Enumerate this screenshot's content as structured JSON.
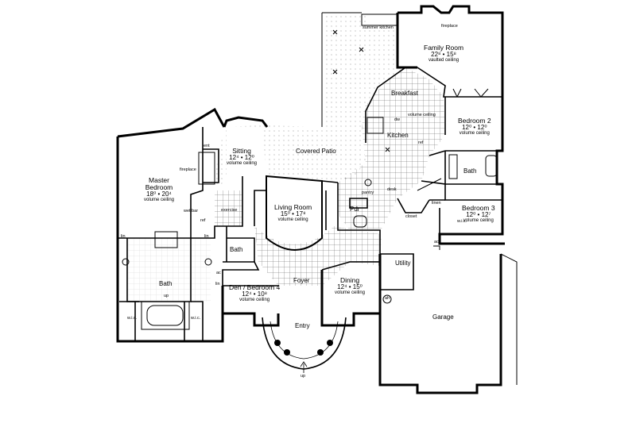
{
  "rooms": {
    "family": {
      "name": "Family Room",
      "dims": "22⁸ • 15⁸",
      "ceiling": "vaulted ceiling"
    },
    "bedroom2": {
      "name": "Bedroom 2",
      "dims": "12⁰ • 12⁰",
      "ceiling": "volume ceiling"
    },
    "bedroom3": {
      "name": "Bedroom 3",
      "dims": "12⁰ • 12⁷",
      "ceiling": "volume ceiling"
    },
    "master": {
      "name": "Master",
      "name2": "Bedroom",
      "dims": "18⁰ • 20⁴",
      "ceiling": "volume ceiling"
    },
    "sitting": {
      "name": "Sitting",
      "dims": "12⁴ • 12⁰",
      "ceiling": "volume ceiling"
    },
    "living": {
      "name": "Living Room",
      "dims": "15⁰ • 17⁸",
      "ceiling": "volume ceiling"
    },
    "den": {
      "name": "Den / Bedroom 4",
      "dims": "12⁴ • 10⁸",
      "ceiling": "volume ceiling"
    },
    "dining": {
      "name": "Dining",
      "dims": "12⁴ • 15⁰",
      "ceiling": "volume ceiling"
    }
  },
  "labels": {
    "summer_kitchen": "summer kitchen",
    "fireplace_family": "fireplace",
    "breakfast": "Breakfast",
    "kitchen_ceiling": "volume ceiling",
    "dw": "dw",
    "kitchen": "Kitchen",
    "ref": "ref",
    "covered_patio": "Covered Patio",
    "bath2": "Bath",
    "wic_bed3": "w.i.c.",
    "linen": "linen",
    "closet": "closet",
    "ac": "ac",
    "pantry": "pantry",
    "desk": "desk",
    "pdr": "Pdr",
    "ent": "ent",
    "fireplace_master": "fireplace",
    "wet_bar": "wet bar",
    "ref_master": "ref",
    "exercise": "exercise",
    "lin_left": "lin",
    "lin_right": "lin",
    "master_bath": "Bath",
    "up_bath": "up",
    "wic_left": "w.i.c.",
    "wic_right": "w.i.c.",
    "bath_small": "Bath",
    "ac_small": "ac",
    "lin_den": "lin",
    "foyer": "Foyer",
    "entry": "Entry",
    "up_entry": "up",
    "utility": "Utility",
    "ah": "ah",
    "garage": "Garage"
  }
}
